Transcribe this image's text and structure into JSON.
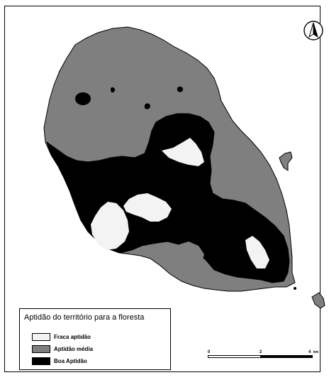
{
  "map": {
    "colors": {
      "fraca": "#f3f3f3",
      "media": "#7f7f7f",
      "boa": "#000000",
      "outline": "#000000",
      "background": "#ffffff"
    }
  },
  "legend": {
    "title": "Aptidão do território para a floresta",
    "items": [
      {
        "label": "Fraca aptidão",
        "color": "#f3f3f3"
      },
      {
        "label": "Aptidão média",
        "color": "#7f7f7f"
      },
      {
        "label": "Boa Aptidão",
        "color": "#000000"
      }
    ]
  },
  "scale": {
    "labels": [
      "0",
      "2",
      "4",
      "km"
    ]
  },
  "north_arrow": {
    "icon": "north-arrow-icon"
  }
}
